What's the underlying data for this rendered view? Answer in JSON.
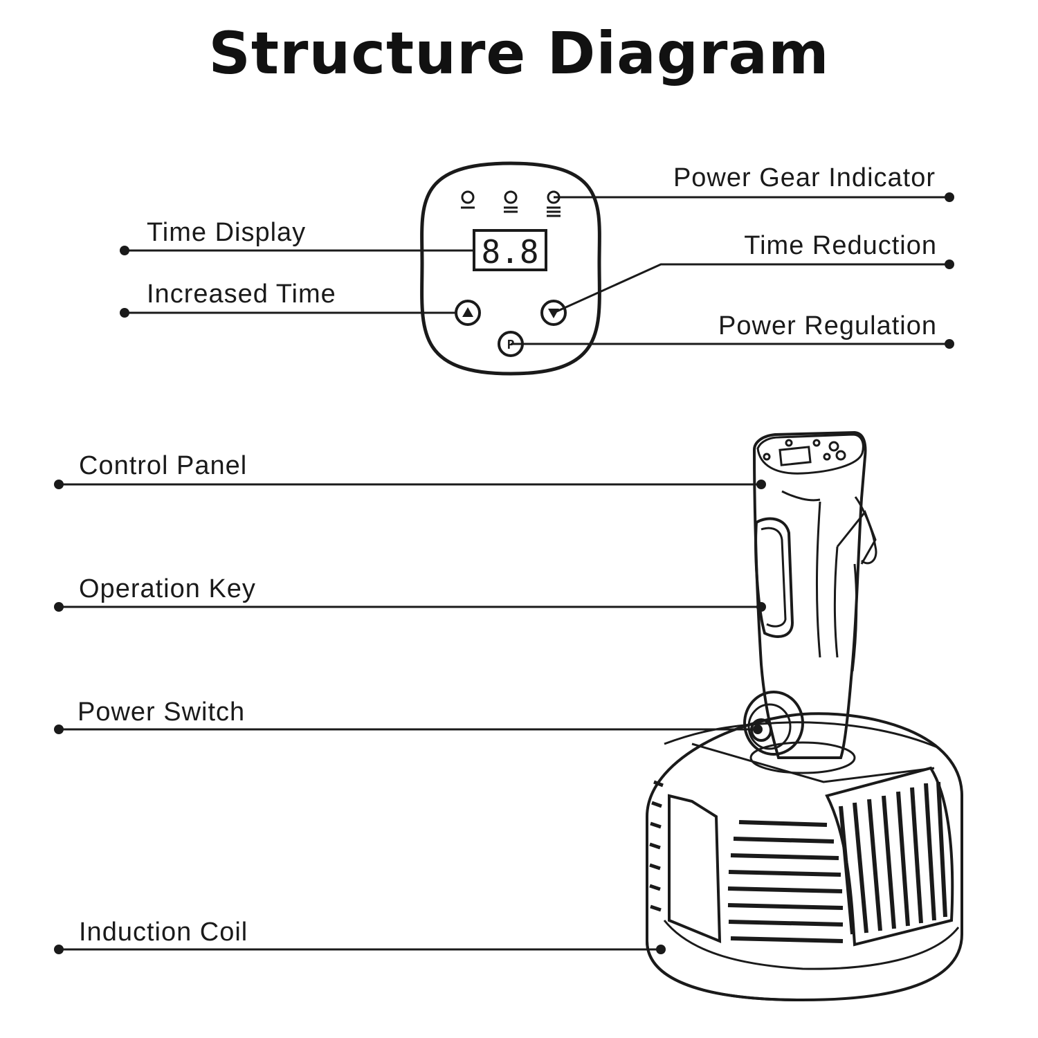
{
  "title": "Structure Diagram",
  "panel": {
    "display_value": "8.8",
    "button_up_symbol": "▲",
    "button_down_symbol": "▼",
    "button_p_symbol": "P"
  },
  "labels": {
    "power_gear_indicator": "Power Gear Indicator",
    "time_display": "Time Display",
    "time_reduction": "Time Reduction",
    "increased_time": "Increased Time",
    "power_regulation": "Power Regulation",
    "control_panel": "Control Panel",
    "operation_key": "Operation Key",
    "power_switch": "Power Switch",
    "induction_coil": "Induction Coil"
  },
  "colors": {
    "ink": "#1a1a1a",
    "background": "#ffffff"
  }
}
